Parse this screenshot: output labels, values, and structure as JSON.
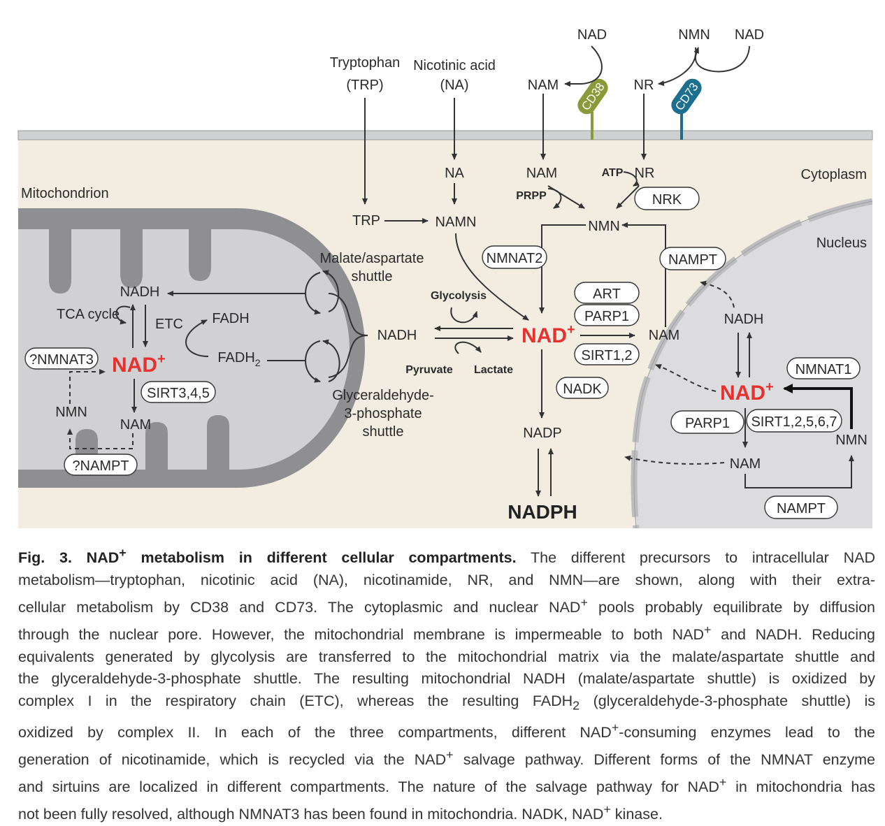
{
  "diagram": {
    "extracellular": {
      "tryptophan": "Tryptophan",
      "trp_abbr": "(TRP)",
      "nicotinic_acid": "Nicotinic acid",
      "na_abbr": "(NA)",
      "nad_left": "NAD",
      "nam": "NAM",
      "cd38": "CD38",
      "nmn": "NMN",
      "nad_right": "NAD",
      "nr": "NR",
      "cd73": "CD73"
    },
    "cytoplasm": {
      "label": "Cytoplasm",
      "na": "NA",
      "nam_top": "NAM",
      "atp": "ATP",
      "nr": "NR",
      "prpp": "PRPP",
      "nrk": "NRK",
      "trp": "TRP",
      "namn": "NAMN",
      "nmn": "NMN",
      "nmnat2": "NMNAT2",
      "nampt": "NAMPT",
      "glycolysis": "Glycolysis",
      "art": "ART",
      "parp1": "PARP1",
      "nadh": "NADH",
      "nad": "NAD",
      "nad_sup": "+",
      "nam_right": "NAM",
      "sirt12": "SIRT1,2",
      "pyruvate": "Pyruvate",
      "lactate": "Lactate",
      "nadk": "NADK",
      "nadp": "NADP",
      "nadph": "NADPH"
    },
    "mitochondrion": {
      "label": "Mitochondrion",
      "nadh": "NADH",
      "tca": "TCA cycle",
      "etc": "ETC",
      "fadh": "FADH",
      "fadh2": "FADH",
      "fadh2_sub": "2",
      "nmnat3": "?NMNAT3",
      "nad": "NAD",
      "nad_sup": "+",
      "sirt345": "SIRT3,4,5",
      "nmn": "NMN",
      "nam": "NAM",
      "nampt": "?NAMPT",
      "malate_shuttle_1": "Malate/aspartate",
      "malate_shuttle_2": "shuttle",
      "g3p_shuttle_1": "Glyceraldehyde-",
      "g3p_shuttle_2": "3-phosphate",
      "g3p_shuttle_3": "shuttle"
    },
    "nucleus": {
      "label": "Nucleus",
      "nadh": "NADH",
      "nmnat1": "NMNAT1",
      "nad": "NAD",
      "nad_sup": "+",
      "parp1": "PARP1",
      "sirt": "SIRT1,2,5,6,7",
      "nmn": "NMN",
      "nam": "NAM",
      "nampt": "NAMPT"
    },
    "colors": {
      "cytoplasm_bg": "#f2ede0",
      "mito_outer": "#8f8f91",
      "mito_inner": "#d1d1d3",
      "nucleus": "#dcdcde",
      "membrane": "#cfd0d2",
      "nad_red": "#e8312f",
      "cd38": "#8a9a38",
      "cd73": "#1d6f8f"
    }
  },
  "caption": {
    "fig_label": "Fig. 3. NAD",
    "fig_sup": "+",
    "fig_title_rest": " metabolism in different cellular compartments.",
    "l1_rest": " The different precursors to intracellular NAD",
    "l2": "metabolism—tryptophan, nicotinic acid (NA), nicotinamide, NR, and NMN—are shown, along with their extra-",
    "l3a": "cellular metabolism by CD38 and CD73. The cytoplasmic and nuclear NAD",
    "l3b": " pools probably equilibrate by diffusion",
    "l4a": "through the nuclear pore. However, the mitochondrial membrane is impermeable to both NAD",
    "l4b": " and NADH. Reducing",
    "l5": "equivalents generated by glycolysis are transferred to the mitochondrial matrix via the malate/aspartate shuttle and",
    "l6": "the glyceraldehyde-3-phosphate shuttle. The resulting mitochondrial NADH (malate/aspartate shuttle) is oxidized by",
    "l7a": "complex I in the respiratory chain (ETC), whereas the resulting FADH",
    "l7sub": "2",
    "l7b": " (glyceraldehyde-3-phosphate shuttle) is",
    "l8a": "oxidized by complex II. In each of the three compartments, different NAD",
    "l8b": "-consuming enzymes lead to the",
    "l9a": "generation of nicotinamide, which is recycled via the NAD",
    "l9b": " salvage pathway. Different forms of the NMNAT enzyme",
    "l10a": "and sirtuins are localized in different compartments. The nature of the salvage pathway for NAD",
    "l10b": " in mitochondria has",
    "l11a": "not been fully resolved, although NMNAT3 has been found in mitochondria. NADK, NAD",
    "l11b": " kinase.",
    "plus": "+"
  }
}
